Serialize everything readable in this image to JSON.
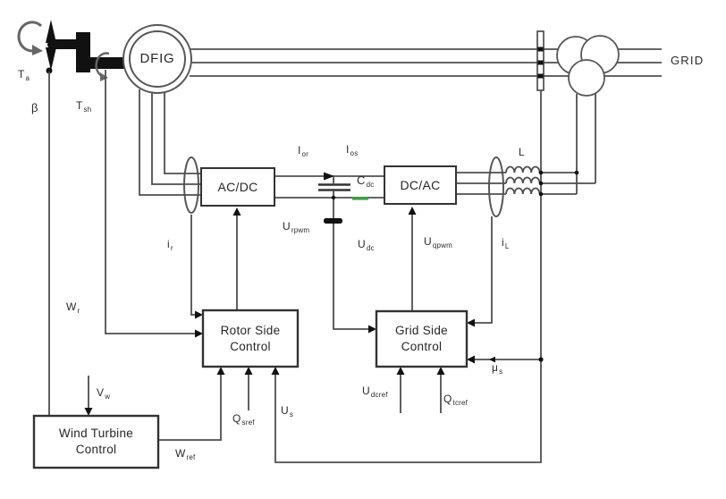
{
  "colors": {
    "wire": "#4f4f4f",
    "box_border": "#333333",
    "solid_black": "#111111",
    "text": "#2b2b2b",
    "green_mark": "#3f9e46",
    "background": "#ffffff"
  },
  "blocks": {
    "dfig": "DFIG",
    "grid": "GRID",
    "ac_dc": "AC/DC",
    "dc_ac": "DC/AC",
    "rotor_side_control": {
      "line1": "Rotor Side",
      "line2": "Control"
    },
    "grid_side_control": {
      "line1": "Grid Side",
      "line2": "Control"
    },
    "wind_turbine_control": {
      "line1": "Wind Turbine",
      "line2": "Control"
    }
  },
  "signals": {
    "t_a": {
      "base": "T",
      "sub": "a"
    },
    "beta": {
      "base": "β",
      "sub": ""
    },
    "t_sh": {
      "base": "T",
      "sub": "sh"
    },
    "i_or": {
      "base": "I",
      "sub": "or"
    },
    "i_os": {
      "base": "I",
      "sub": "os"
    },
    "c_dc": {
      "base": "C",
      "sub": "dc"
    },
    "u_rpwm": {
      "base": "U",
      "sub": "rpwm"
    },
    "u_dc": {
      "base": "U",
      "sub": "dc"
    },
    "u_qpwm": {
      "base": "U",
      "sub": "qpwm"
    },
    "inductor": {
      "base": "L",
      "sub": ""
    },
    "i_r": {
      "base": "i",
      "sub": "r"
    },
    "i_l": {
      "base": "i",
      "sub": "L"
    },
    "w_r": {
      "base": "W",
      "sub": "r"
    },
    "mu_s": {
      "base": "μ",
      "sub": "s"
    },
    "v_w": {
      "base": "V",
      "sub": "w"
    },
    "w_ref": {
      "base": "W",
      "sub": "ref"
    },
    "q_sref": {
      "base": "Q",
      "sub": "sref"
    },
    "u_s": {
      "base": "U",
      "sub": "s"
    },
    "u_dcref": {
      "base": "U",
      "sub": "dcref"
    },
    "q_tcref": {
      "base": "Q",
      "sub": "tcref"
    }
  }
}
